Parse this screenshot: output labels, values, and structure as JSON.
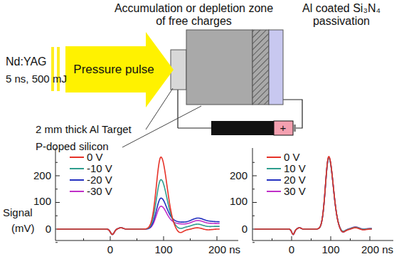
{
  "diagram": {
    "nodes": [
      {
        "text": [
          "Pressure pulse"
        ]
      }
    ],
    "labels": [
      "Accumulation or depletion zone of free charges",
      "Al coated Si₃N₄ passivation",
      "Nd:YAG",
      "5 ns, 500 mJ",
      "2 mm thick Al Target",
      "P-doped silicon",
      "+",
      "Signal",
      "(mV)",
      "200",
      "100",
      "0",
      "0",
      "100",
      "200 ns",
      "200",
      "100",
      "0",
      "0",
      "100",
      "200 ns"
    ],
    "legend": [
      {
        "text": "0 V"
      },
      {
        "text": "-10 V"
      },
      {
        "text": "-20 V"
      },
      {
        "text": "-30 V"
      },
      {
        "text": "0 V"
      },
      {
        "text": "10 V"
      },
      {
        "text": "20 V"
      },
      {
        "text": "30 V"
      }
    ]
  }
}
